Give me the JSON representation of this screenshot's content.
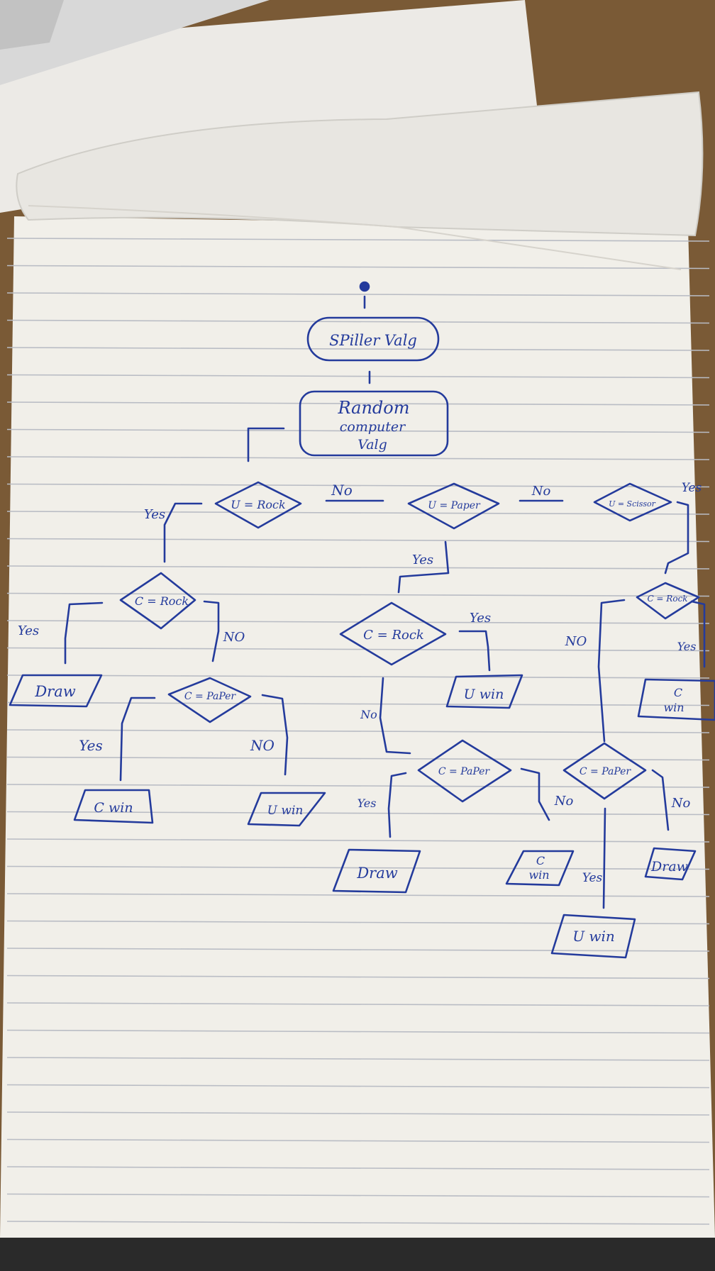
{
  "ink_color": "#243b9c",
  "paper_color": "#f1efe9",
  "rule_color": "#b9bcc4",
  "diagram": {
    "start": "start-dot",
    "nodes": {
      "spiller_valg": "SPiller Valg",
      "random_l1": "Random",
      "random_l2": "computer",
      "random_l3": "Valg",
      "u_rock": "U = Rock",
      "u_paper": "U = Paper",
      "u_scissor": "U = Scissor",
      "c_rock_1": "C = Rock",
      "c_paper_1": "C = PaPer",
      "draw_1": "Draw",
      "c_win_1": "C win",
      "u_win_1": "U win",
      "c_rock_2": "C = Rock",
      "u_win_2": "U win",
      "c_paper_2": "C = PaPer",
      "draw_2": "Draw",
      "c_win_2_l1": "C",
      "c_win_2_l2": "win",
      "c_rock_3": "C = Rock",
      "c_win_3_l1": "C",
      "c_win_3_l2": "win",
      "c_paper_3": "C = PaPer",
      "draw_3": "Draw",
      "u_win_3": "U win"
    },
    "edges": {
      "no_1": "No",
      "no_2": "No",
      "yes_u_rock": "Yes",
      "yes_u_paper": "Yes",
      "yes_u_scissor": "Yes",
      "yes_c_rock_1": "Yes",
      "no_c_rock_1": "NO",
      "yes_c_paper_1": "Yes",
      "no_c_paper_1": "NO",
      "yes_c_rock_2": "Yes",
      "no_c_rock_2": "No",
      "yes_c_paper_2": "Yes",
      "no_c_paper_2": "No",
      "no_c_rock_3": "NO",
      "yes_c_rock_3": "Yes",
      "yes_c_paper_3": "Yes",
      "no_c_paper_3": "No"
    }
  }
}
